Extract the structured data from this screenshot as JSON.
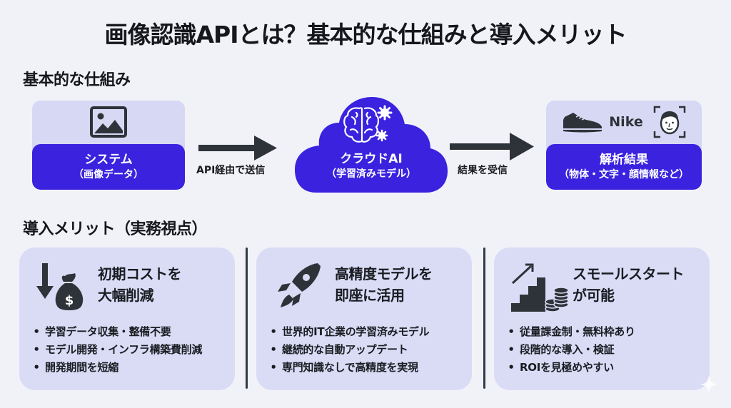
{
  "title": "画像認識APIとは？基本的な仕組みと導入メリット",
  "mechanism": {
    "section_title": "基本的な仕組み",
    "system_box": {
      "icon": "image-icon",
      "line1": "システム",
      "line2": "（画像データ）"
    },
    "arrow_send_label": "API経由で送信",
    "cloud": {
      "icon": "brain-gears-icon",
      "line1": "クラウドAI",
      "line2": "（学習済みモデル）"
    },
    "arrow_receive_label": "結果を受信",
    "result_box": {
      "icons": [
        "sneaker-icon",
        "face-scan-icon"
      ],
      "brand_label": "Nike",
      "line1": "解析結果",
      "line2": "（物体・文字・顔情報など）"
    }
  },
  "merits": {
    "section_title": "導入メリット（実務視点）",
    "cards": [
      {
        "icon": "cost-down-moneybag-icon",
        "heading_line1": "初期コストを",
        "heading_line2": "大幅削減",
        "bullets": [
          "学習データ収集・整備不要",
          "モデル開発・インフラ構築費削減",
          "開発期間を短縮"
        ]
      },
      {
        "icon": "rocket-icon",
        "heading_line1": "高精度モデルを",
        "heading_line2": "即座に活用",
        "bullets": [
          "世界的IT企業の学習済みモデル",
          "継続的な自動アップデート",
          "専門知識なしで高精度を実現"
        ]
      },
      {
        "icon": "stairs-coins-growth-icon",
        "heading_line1": "スモールスタート",
        "heading_line2": "が可能",
        "bullets": [
          "従量課金制・無料枠あり",
          "段階的な導入・検証",
          "ROIを見極めやすい"
        ]
      }
    ]
  },
  "colors": {
    "background": "#f1f2f8",
    "primary": "#3a22df",
    "box_light": "#d6d8f4",
    "card": "#dadcf6",
    "icon_dark": "#2d3338",
    "text": "#1a1c22"
  }
}
